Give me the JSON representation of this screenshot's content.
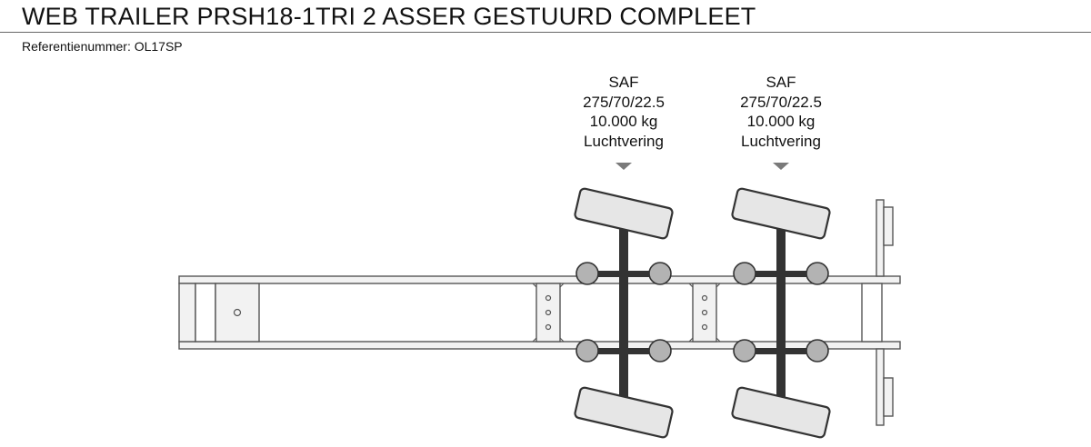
{
  "header": {
    "title": "WEB TRAILER PRSH18-1TRI 2 ASSER GESTUURD COMPLEET",
    "reference": "Referentienummer: OL17SP"
  },
  "axles": [
    {
      "brand": "SAF",
      "tire": "275/70/22.5",
      "load": "10.000 kg",
      "suspension": "Luchtvering"
    },
    {
      "brand": "SAF",
      "tire": "275/70/22.5",
      "load": "10.000 kg",
      "suspension": "Luchtvering"
    }
  ],
  "colors": {
    "line": "#555555",
    "fill": "#f2f2f2",
    "axle": "#333333",
    "hub": "#b3b3b3",
    "tire": "#e6e6e6"
  }
}
